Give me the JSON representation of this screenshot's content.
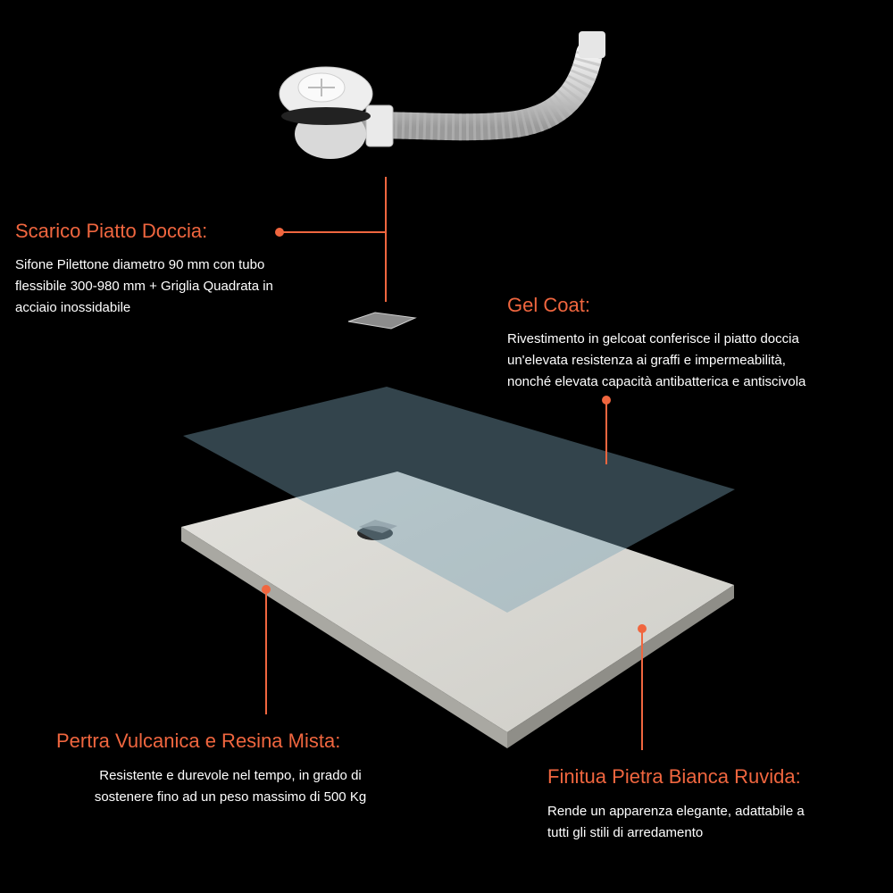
{
  "drain": {
    "title": "Scarico Piatto Doccia:",
    "line1": "Sifone Pilettone diametro 90 mm con tubo",
    "line2": "flessibile 300-980 mm + Griglia Quadrata in",
    "line3": "acciaio inossidabile"
  },
  "gelcoat": {
    "title": "Gel Coat:",
    "line1": "Rivestimento in gelcoat conferisce il piatto doccia",
    "line2": "un'elevata resistenza ai graffi e impermeabilità,",
    "line3": "nonché elevata capacità antibatterica e antiscivola"
  },
  "stone": {
    "title": "Pertra Vulcanica e Resina Mista:",
    "line1": "Resistente e durevole nel tempo, in grado di",
    "line2": "sostenere fino ad un peso massimo di 500 Kg"
  },
  "finish": {
    "title": "Finitua Pietra Bianca Ruvida:",
    "line1": "Rende un apparenza elegante, adattabile a",
    "line2": "tutti gli stili di arredamento"
  },
  "colors": {
    "accent": "#f0663f",
    "background": "#000000",
    "text": "#ffffff"
  }
}
